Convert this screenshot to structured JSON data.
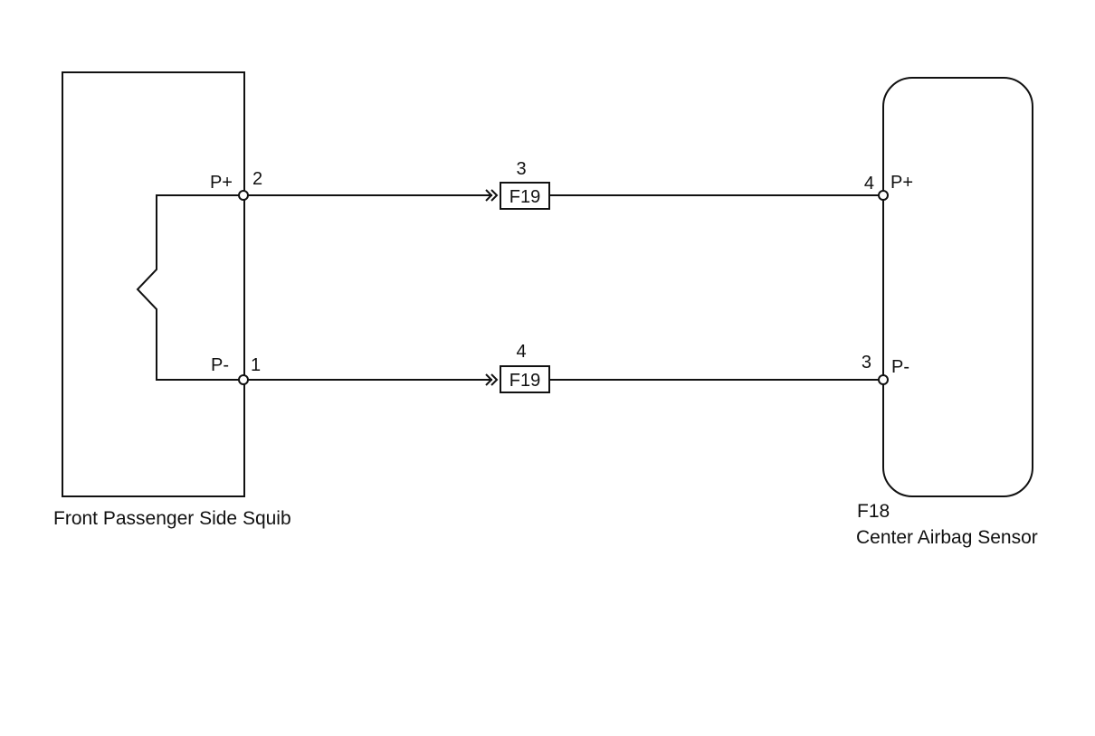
{
  "components": {
    "squib": {
      "name": "Front Passenger Side Squib",
      "pins": {
        "p_plus": {
          "name": "P+",
          "number": "2"
        },
        "p_minus": {
          "name": "P-",
          "number": "1"
        }
      }
    },
    "sensor": {
      "connector": "F18",
      "name": "Center Airbag Sensor",
      "pins": {
        "p_plus": {
          "name": "P+",
          "number": "4"
        },
        "p_minus": {
          "name": "P-",
          "number": "3"
        }
      }
    }
  },
  "junction_connectors": [
    {
      "id": "F19",
      "pin": "3"
    },
    {
      "id": "F19",
      "pin": "4"
    }
  ]
}
